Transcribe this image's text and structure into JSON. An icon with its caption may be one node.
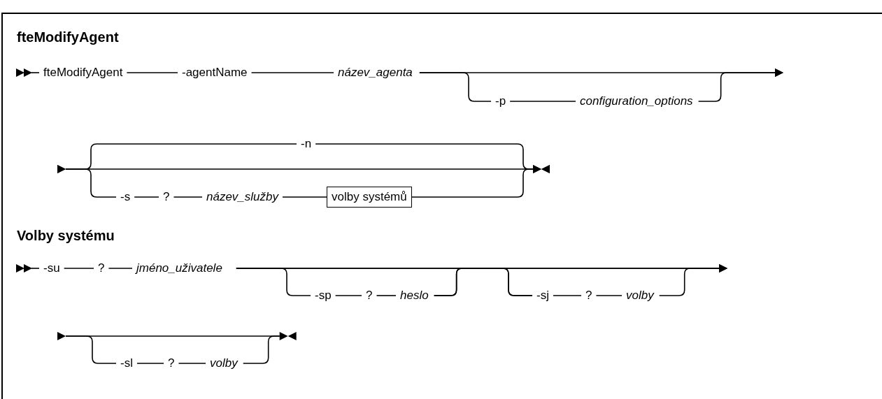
{
  "diagram": {
    "nodes": [
      {
        "text": [
          "fteModifyAgent"
        ]
      },
      {
        "text": [
          "-agentName"
        ]
      },
      {
        "text": [
          "název_agenta"
        ]
      },
      {
        "text": [
          "-p"
        ]
      },
      {
        "text": [
          "configuration_options"
        ]
      },
      {
        "text": [
          "-n"
        ]
      },
      {
        "text": [
          "-s"
        ]
      },
      {
        "text": [
          "?"
        ]
      },
      {
        "text": [
          "název_služby"
        ]
      },
      {
        "text": [
          "volby systémů"
        ]
      },
      {
        "text": [
          "-su"
        ]
      },
      {
        "text": [
          "?"
        ]
      },
      {
        "text": [
          "jméno_uživatele"
        ]
      },
      {
        "text": [
          "-sp"
        ]
      },
      {
        "text": [
          "?"
        ]
      },
      {
        "text": [
          "heslo"
        ]
      },
      {
        "text": [
          "-sj"
        ]
      },
      {
        "text": [
          "?"
        ]
      },
      {
        "text": [
          "volby"
        ]
      },
      {
        "text": [
          "-sl"
        ]
      },
      {
        "text": [
          "?"
        ]
      },
      {
        "text": [
          "volby"
        ]
      }
    ],
    "edges": [
      {
        "from": null,
        "to": 0,
        "arrow": "other"
      },
      {
        "from": 0,
        "to": 1,
        "arrow": "none"
      },
      {
        "from": 1,
        "to": 2,
        "arrow": "none"
      },
      {
        "from": 2,
        "to": null,
        "arrow": "to"
      },
      {
        "from": 2,
        "to": 3,
        "arrow": "none"
      },
      {
        "from": 3,
        "to": 4,
        "arrow": "none"
      },
      {
        "from": 4,
        "to": null,
        "arrow": "to"
      },
      {
        "from": null,
        "to": 5,
        "arrow": "other"
      },
      {
        "from": null,
        "to": 6,
        "arrow": "other"
      },
      {
        "from": 5,
        "to": null,
        "arrow": "other"
      },
      {
        "from": 6,
        "to": 7,
        "arrow": "none"
      },
      {
        "from": 7,
        "to": 8,
        "arrow": "none"
      },
      {
        "from": 8,
        "to": 9,
        "arrow": "none"
      },
      {
        "from": 9,
        "to": null,
        "arrow": "other"
      },
      {
        "from": null,
        "to": 10,
        "arrow": "other"
      },
      {
        "from": 10,
        "to": 11,
        "arrow": "none"
      },
      {
        "from": 11,
        "to": 12,
        "arrow": "none"
      },
      {
        "from": 12,
        "to": null,
        "arrow": "to"
      },
      {
        "from": 12,
        "to": 13,
        "arrow": "none"
      },
      {
        "from": 13,
        "to": 14,
        "arrow": "none"
      },
      {
        "from": 14,
        "to": 15,
        "arrow": "none"
      },
      {
        "from": 15,
        "to": null,
        "arrow": "to"
      },
      {
        "from": 12,
        "to": 16,
        "arrow": "none"
      },
      {
        "from": 15,
        "to": 16,
        "arrow": "none"
      },
      {
        "from": 16,
        "to": 17,
        "arrow": "none"
      },
      {
        "from": 17,
        "to": 18,
        "arrow": "none"
      },
      {
        "from": 18,
        "to": null,
        "arrow": "to"
      },
      {
        "from": null,
        "to": 19,
        "arrow": "other"
      },
      {
        "from": 19,
        "to": 20,
        "arrow": "none"
      },
      {
        "from": 20,
        "to": 21,
        "arrow": "none"
      },
      {
        "from": 21,
        "to": null,
        "arrow": "other"
      }
    ],
    "labels": [
      "fteModifyAgent",
      "Volby systému"
    ]
  }
}
